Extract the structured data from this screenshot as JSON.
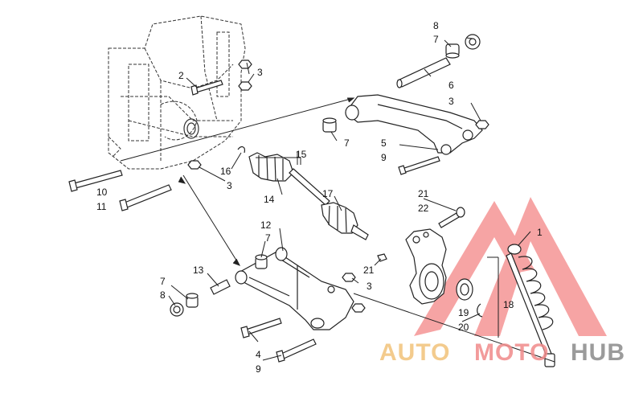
{
  "diagram": {
    "callouts": [
      {
        "id": "c1",
        "label": "1"
      },
      {
        "id": "c2",
        "label": "2"
      },
      {
        "id": "c3a",
        "label": "3"
      },
      {
        "id": "c3b",
        "label": "3"
      },
      {
        "id": "c3c",
        "label": "3"
      },
      {
        "id": "c3d",
        "label": "3"
      },
      {
        "id": "c4",
        "label": "4"
      },
      {
        "id": "c5",
        "label": "5"
      },
      {
        "id": "c6",
        "label": "6"
      },
      {
        "id": "c7a",
        "label": "7"
      },
      {
        "id": "c7b",
        "label": "7"
      },
      {
        "id": "c7c",
        "label": "7"
      },
      {
        "id": "c7d",
        "label": "7"
      },
      {
        "id": "c8a",
        "label": "8"
      },
      {
        "id": "c8b",
        "label": "8"
      },
      {
        "id": "c9a",
        "label": "9"
      },
      {
        "id": "c9b",
        "label": "9"
      },
      {
        "id": "c10",
        "label": "10"
      },
      {
        "id": "c11",
        "label": "11"
      },
      {
        "id": "c12",
        "label": "12"
      },
      {
        "id": "c13",
        "label": "13"
      },
      {
        "id": "c14",
        "label": "14"
      },
      {
        "id": "c15",
        "label": "15"
      },
      {
        "id": "c16",
        "label": "16"
      },
      {
        "id": "c17",
        "label": "17"
      },
      {
        "id": "c18",
        "label": "18"
      },
      {
        "id": "c19",
        "label": "19"
      },
      {
        "id": "c20",
        "label": "20"
      },
      {
        "id": "c21a",
        "label": "21"
      },
      {
        "id": "c21b",
        "label": "21"
      },
      {
        "id": "c22",
        "label": "22"
      }
    ]
  },
  "watermark": {
    "text_auto": "AUTO",
    "text_moto": "MOTO",
    "text_hub": "HUB",
    "color_triangle": "#f05a5a",
    "color_auto": "#f2c27a",
    "color_moto": "#f08a8a",
    "color_hub": "#8a8a8a"
  }
}
